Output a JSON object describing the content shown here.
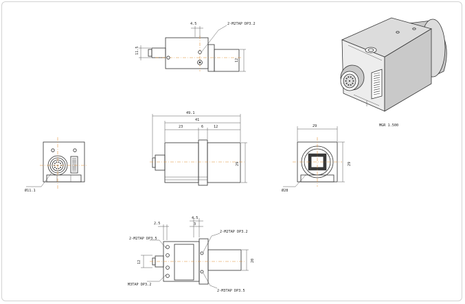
{
  "labels": {
    "top_hole_spacing": "4.5",
    "top_height": "11.5",
    "top_tap": "2-M2TAP DP3.2",
    "top_side": "12",
    "side_total": "49.1",
    "side_body": "41",
    "side_a": "23",
    "side_b": "6",
    "side_c": "12",
    "side_height": "29",
    "rear_diameter": "Ø11.1",
    "front_width": "29",
    "front_height": "29",
    "front_diameter": "Ø28",
    "iso_scale": "MGR 1.500",
    "bottom_25": "2.5",
    "bottom_45": "4.5",
    "bottom_3": "3",
    "bottom_tap_1": "2-M2TAP DP3.2",
    "bottom_tap_left": "2-M2TAP DP3.5",
    "bottom_tap_2": "2-M3TAP DP3.5",
    "bottom_12": "12",
    "bottom_20": "20",
    "bottom_m3": "M3TAP DP3.2"
  }
}
